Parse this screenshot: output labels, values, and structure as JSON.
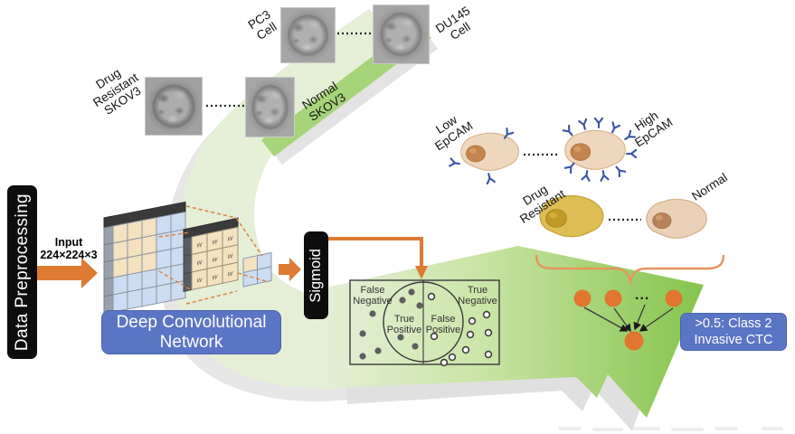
{
  "figure": {
    "training_images": {
      "drug_resistant_skov3": {
        "line1": "Drug",
        "line2": "Resistant",
        "line3": "SKOV3"
      },
      "normal_skov3": {
        "line1": "Normal",
        "line2": "SKOV3"
      },
      "pc3": {
        "line1": "PC3",
        "line2": "Cell"
      },
      "du145": {
        "line1": "DU145",
        "line2": "Cell"
      }
    },
    "preprocessing_label": "Data Preprocessing",
    "input": {
      "line1": "Input",
      "line2": "224×224×3"
    },
    "network_label": {
      "line1": "Deep Convolutional",
      "line2": "Network"
    },
    "cnn_weight_label": "w",
    "sigmoid_label": "Sigmoid",
    "confusion_plot": {
      "false_negative": {
        "line1": "False",
        "line2": "Negative"
      },
      "true_positive": {
        "line1": "True",
        "line2": "Positive"
      },
      "false_positive": {
        "line1": "False",
        "line2": "Positive"
      },
      "true_negative": {
        "line1": "True",
        "line2": "Negative"
      }
    },
    "phenotypes": {
      "low_epcam": {
        "line1": "Low",
        "line2": "EpCAM"
      },
      "high_epcam": {
        "line1": "High",
        "line2": "EpCAM"
      },
      "drug_resistant": {
        "line1": "Drug",
        "line2": "Resistant"
      },
      "normal": "Normal"
    },
    "nn_ellipsis": "...",
    "output_box": {
      "line1": ">0.5: Class 2",
      "line2": "Invasive CTC"
    },
    "colors": {
      "accent_orange": "#dd7b33",
      "brand_blue": "#5b75c5",
      "arrow_green": "#8cc853",
      "pale_green": "#e4efd6",
      "black_box": "#0d0d0d"
    }
  }
}
